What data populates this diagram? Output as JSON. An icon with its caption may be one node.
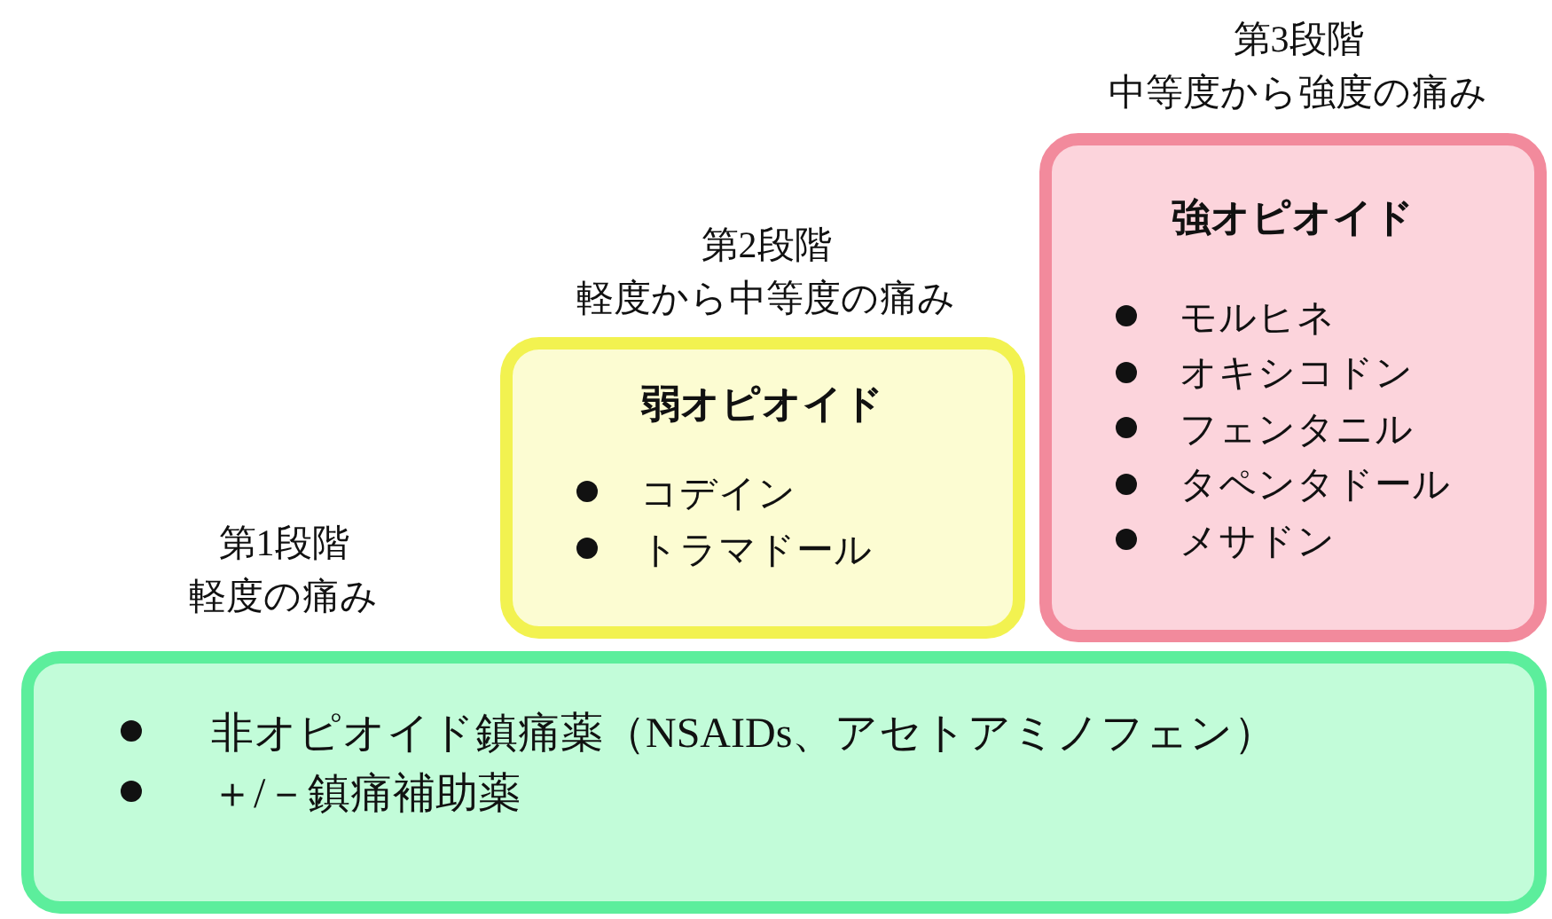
{
  "diagram": {
    "nodes": [
      {
        "text": [
          "非オピオイド鎮痛薬（NSAIDs、アセトアミノフェン）",
          "＋/－鎮痛補助薬"
        ],
        "beside": [
          "第1段階",
          "軽度の痛み"
        ]
      },
      {
        "text": [
          "弱オピオイド",
          "コデイン",
          "トラマドール"
        ],
        "beside": [
          "第2段階",
          "軽度から中等度の痛み"
        ]
      },
      {
        "text": [
          "強オピオイド",
          "モルヒネ",
          "オキシコドン",
          "フェンタニル",
          "タペンタドール",
          "メサドン"
        ],
        "beside": [
          "第3段階",
          "中等度から強度の痛み"
        ]
      }
    ]
  }
}
